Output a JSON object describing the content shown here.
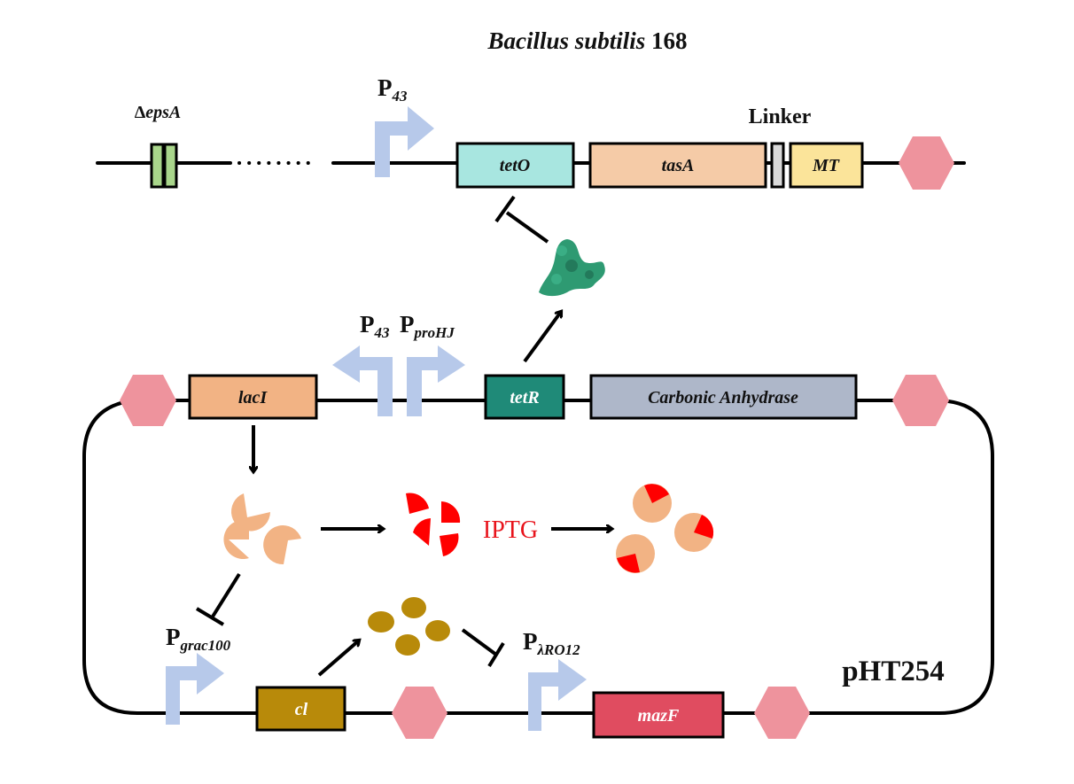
{
  "title": {
    "organism_italic": "Bacillus subtilis",
    "strain": " 168"
  },
  "chromosome": {
    "deletion_label_symbol": "Δ",
    "deletion_label_gene": "epsA",
    "promoter": {
      "main": "P",
      "sub": "43"
    },
    "linker_label": "Linker",
    "genes": [
      {
        "name": "tetO",
        "color": "#a8e6e0",
        "text_color": "#111111"
      },
      {
        "name": "tasA",
        "color": "#f5cba7",
        "text_color": "#111111"
      },
      {
        "name": "",
        "color": "#d9d9d9",
        "text_color": "#111111"
      },
      {
        "name": "MT",
        "color": "#fbe49a",
        "text_color": "#111111"
      }
    ]
  },
  "plasmid": {
    "name": "pHT254",
    "promoters": {
      "p43": {
        "main": "P",
        "sub": "43"
      },
      "proHJ": {
        "main": "P",
        "sub": "proHJ"
      },
      "grac100": {
        "main": "P",
        "sub": "grac100"
      },
      "lambda": {
        "main": "P",
        "sub": "λRO12"
      }
    },
    "genes": {
      "lacI": {
        "name": "lacI",
        "color": "#f2b384",
        "text_color": "#111111"
      },
      "tetR": {
        "name": "tetR",
        "color": "#1f8a78",
        "text_color": "#ffffff"
      },
      "ca": {
        "name": "Carbonic Anhydrase",
        "color": "#aeb7c9",
        "text_color": "#111111"
      },
      "cI": {
        "name": "cl",
        "color": "#b88a0a",
        "text_color": "#ffffff"
      },
      "mazF": {
        "name": "mazF",
        "color": "#e04c60",
        "text_color": "#ffffff"
      }
    }
  },
  "inducer": {
    "label": "IPTG",
    "color": "#e8141c"
  },
  "colors": {
    "promoter_arrow": "#b7c9ea",
    "terminator": "#ee939d",
    "deletion_box": "#a9d68b",
    "laci_protein": "#f2b384",
    "iptg_red": "#ff0000",
    "tetr_protein": "#2e9a72",
    "ci_protein": "#b88a0a"
  }
}
